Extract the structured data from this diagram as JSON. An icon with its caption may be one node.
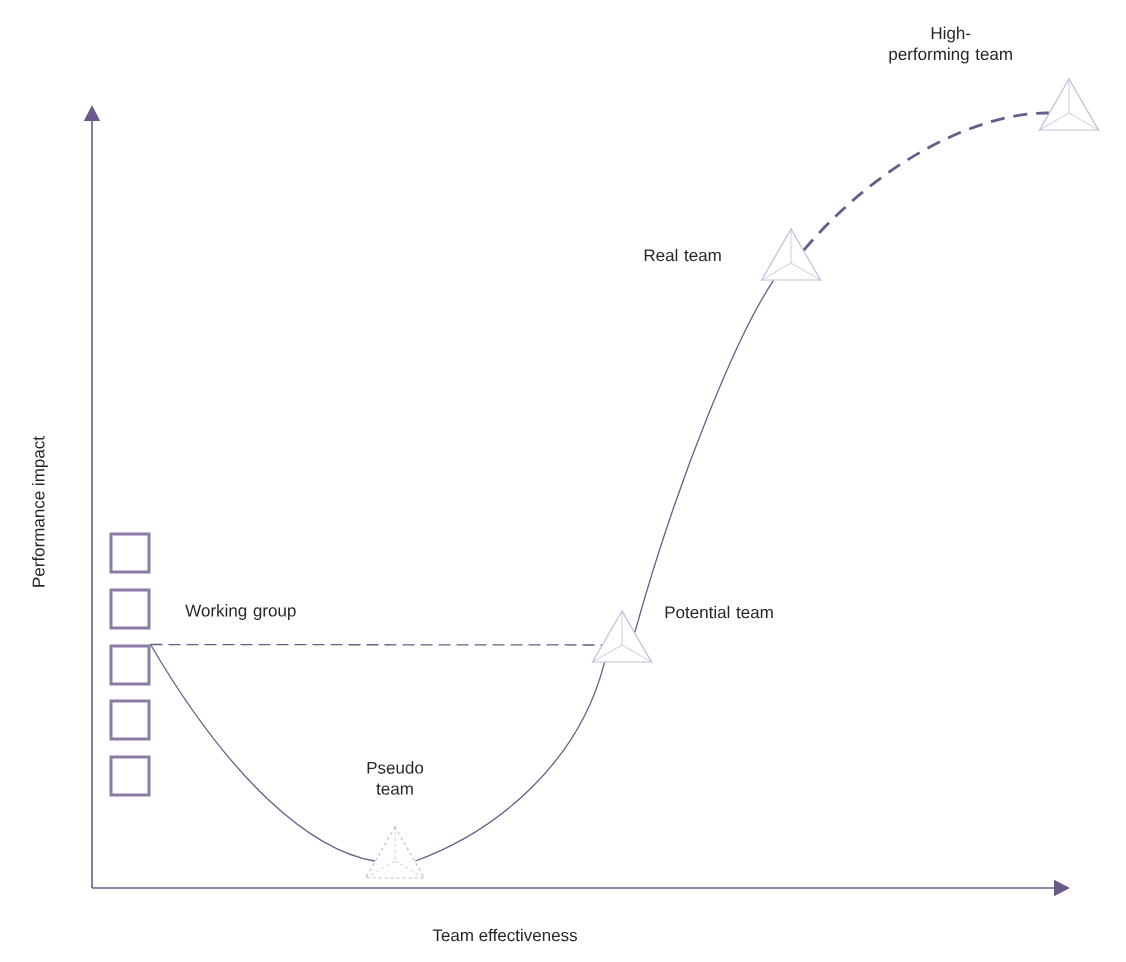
{
  "diagram": {
    "nodes": [
      {
        "text": [],
        "shape": "box"
      },
      {
        "text": [],
        "shape": "box"
      },
      {
        "text": [],
        "shape": "box",
        "beside": [
          "Working group"
        ]
      },
      {
        "text": [],
        "shape": "box"
      },
      {
        "text": [],
        "shape": "box"
      },
      {
        "text": [],
        "shape": "triangle",
        "beside": [
          "Pseudo team"
        ]
      },
      {
        "text": [],
        "shape": "triangle",
        "beside": [
          "Potential team"
        ]
      },
      {
        "text": [],
        "shape": "triangle",
        "beside": [
          "Real team"
        ]
      },
      {
        "text": [],
        "shape": "triangle",
        "beside": [
          "High-performing team"
        ]
      }
    ],
    "edges": [
      {
        "from": 2,
        "to": 5,
        "arrow": "none"
      },
      {
        "from": 5,
        "to": 6,
        "arrow": "none"
      },
      {
        "from": 6,
        "to": 7,
        "arrow": "none"
      },
      {
        "from": 7,
        "to": 8,
        "arrow": "none",
        "style": "dashed"
      },
      {
        "from": 2,
        "to": 6,
        "arrow": "none",
        "style": "dashed"
      }
    ],
    "labels": [
      "Performance impact",
      "Team effectiveness"
    ]
  }
}
